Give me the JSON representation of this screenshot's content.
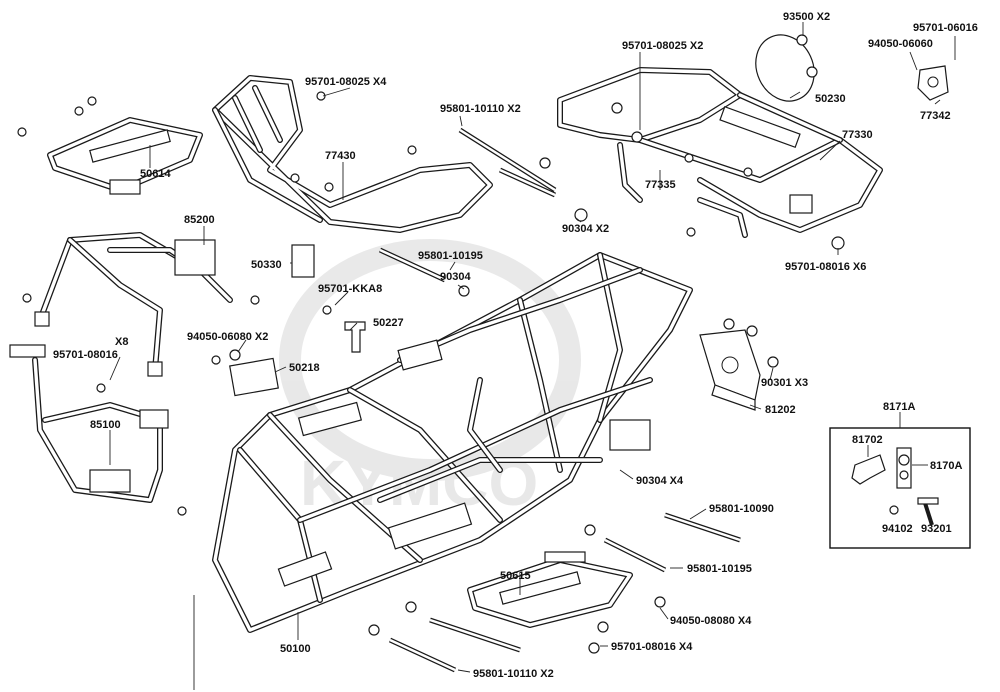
{
  "title": "",
  "watermark": "KYMCO",
  "inset": {
    "title": "8171A"
  },
  "labels": [
    {
      "id": "l93500",
      "text": "93500 X2"
    },
    {
      "id": "l95701_06016",
      "text": "95701-06016"
    },
    {
      "id": "l94050_06060",
      "text": "94050-06060"
    },
    {
      "id": "l95701_08025_x2",
      "text": "95701-08025 X2"
    },
    {
      "id": "l50230",
      "text": "50230"
    },
    {
      "id": "l77342",
      "text": "77342"
    },
    {
      "id": "l95701_08025_x4",
      "text": "95701-08025 X4"
    },
    {
      "id": "l95801_10110_x2_top",
      "text": "95801-10110 X2"
    },
    {
      "id": "l77330",
      "text": "77330"
    },
    {
      "id": "l77430",
      "text": "77430"
    },
    {
      "id": "l50614",
      "text": "50614"
    },
    {
      "id": "l77335",
      "text": "77335"
    },
    {
      "id": "l90304_x2",
      "text": "90304 X2"
    },
    {
      "id": "l85200",
      "text": "85200"
    },
    {
      "id": "l95701_08016_x6",
      "text": "95701-08016 X6"
    },
    {
      "id": "l50330",
      "text": "50330"
    },
    {
      "id": "l95801_10195_top",
      "text": "95801-10195"
    },
    {
      "id": "l90304",
      "text": "90304"
    },
    {
      "id": "l95701_kka8",
      "text": "95701-KKA8"
    },
    {
      "id": "l50227",
      "text": "50227"
    },
    {
      "id": "lx8",
      "text": "X8"
    },
    {
      "id": "l95701_08016",
      "text": "95701-08016"
    },
    {
      "id": "l94050_06080_x2",
      "text": "94050-06080 X2"
    },
    {
      "id": "l50218",
      "text": "50218"
    },
    {
      "id": "l90301_x3",
      "text": "90301 X3"
    },
    {
      "id": "l81202",
      "text": "81202"
    },
    {
      "id": "l85100",
      "text": "85100"
    },
    {
      "id": "l90304_x4",
      "text": "90304 X4"
    },
    {
      "id": "l95801_10090",
      "text": "95801-10090"
    },
    {
      "id": "l50615",
      "text": "50615"
    },
    {
      "id": "l95801_10195_bot",
      "text": "95801-10195"
    },
    {
      "id": "l94050_08080_x4",
      "text": "94050-08080 X4"
    },
    {
      "id": "l95701_08016_x4",
      "text": "95701-08016 X4"
    },
    {
      "id": "l50100",
      "text": "50100"
    },
    {
      "id": "l95801_10110_x2_bot",
      "text": "95801-10110 X2"
    },
    {
      "id": "l81702",
      "text": "81702"
    },
    {
      "id": "l8170a",
      "text": "8170A"
    },
    {
      "id": "l94102",
      "text": "94102"
    },
    {
      "id": "l93201",
      "text": "93201"
    }
  ]
}
